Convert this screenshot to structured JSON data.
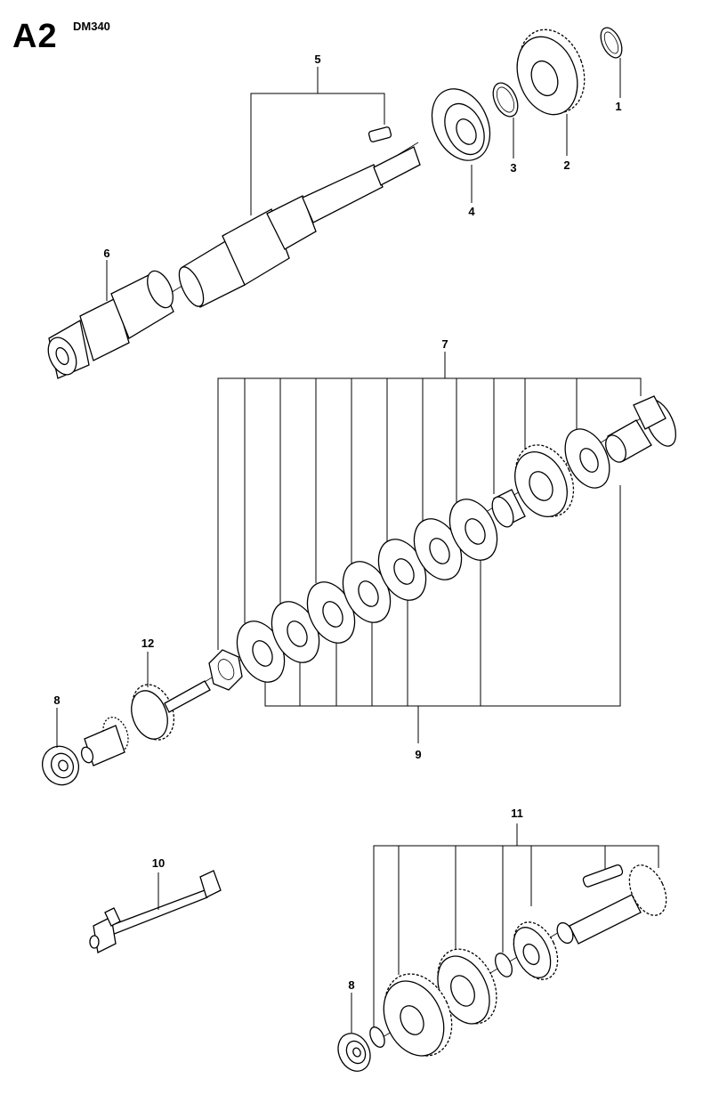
{
  "header": {
    "page_code": "A2",
    "model": "DM340"
  },
  "callouts": {
    "c1": "1",
    "c2": "2",
    "c3": "3",
    "c4": "4",
    "c5": "5",
    "c6": "6",
    "c7": "7",
    "c8a": "8",
    "c9": "9",
    "c10": "10",
    "c11": "11",
    "c12": "12",
    "c8b": "8"
  }
}
